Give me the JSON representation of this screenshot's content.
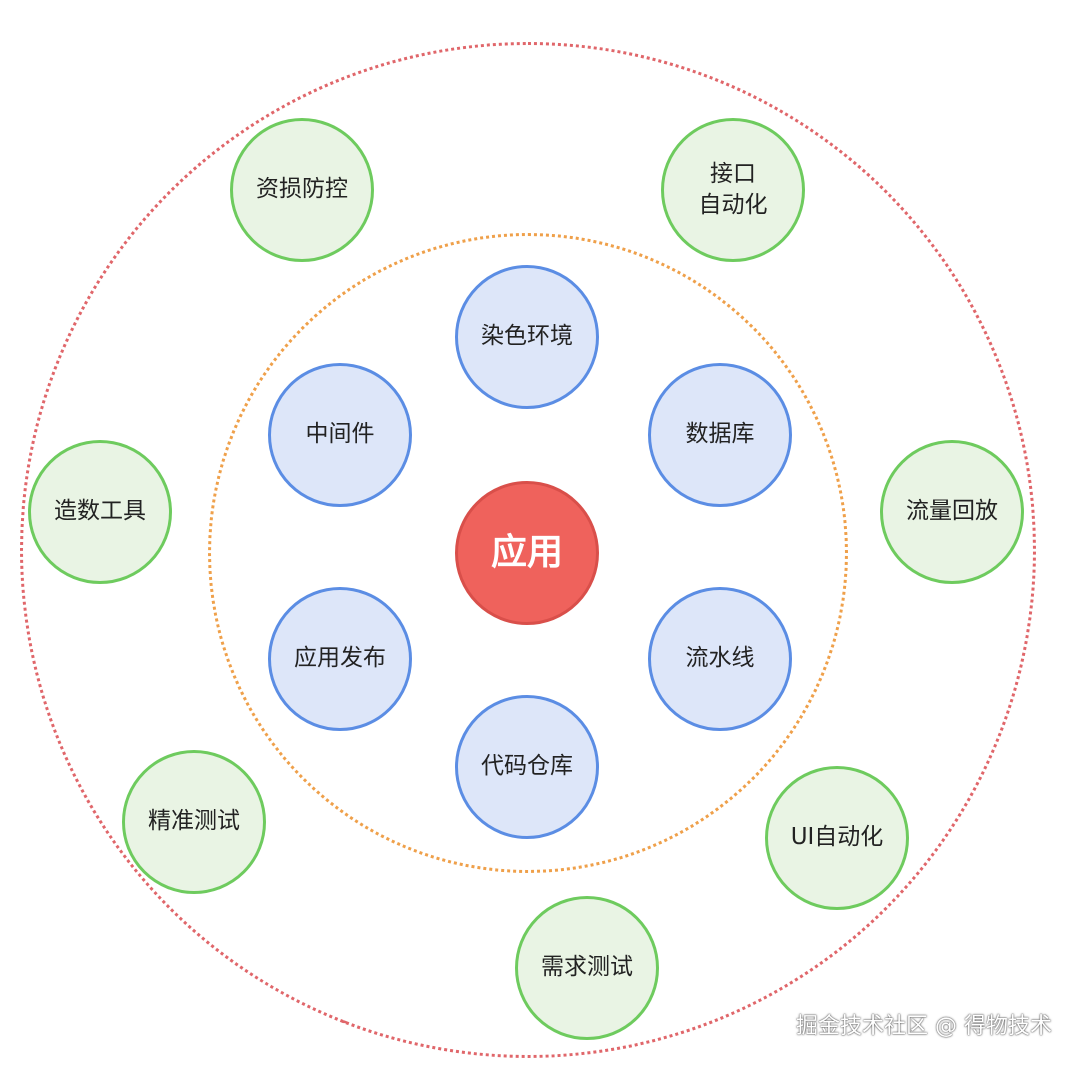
{
  "center": {
    "label": "应用"
  },
  "inner_ring": [
    {
      "id": "dye-env",
      "label": "染色环境"
    },
    {
      "id": "database",
      "label": "数据库"
    },
    {
      "id": "pipeline",
      "label": "流水线"
    },
    {
      "id": "code-repo",
      "label": "代码仓库"
    },
    {
      "id": "app-release",
      "label": "应用发布"
    },
    {
      "id": "middleware",
      "label": "中间件"
    }
  ],
  "outer_ring": [
    {
      "id": "asset-loss-control",
      "label": "资损防控"
    },
    {
      "id": "api-automation",
      "label": "接口\n自动化"
    },
    {
      "id": "traffic-replay",
      "label": "流量回放"
    },
    {
      "id": "ui-automation",
      "label": "UI自动化"
    },
    {
      "id": "requirement-testing",
      "label": "需求测试"
    },
    {
      "id": "precision-testing",
      "label": "精准测试"
    },
    {
      "id": "data-tool",
      "label": "造数工具"
    }
  ],
  "colors": {
    "outer_ring_border": "#e0666a",
    "inner_ring_border": "#efa04a",
    "green_node_fill": "#e9f4e4",
    "green_node_border": "#6ecb5e",
    "blue_node_fill": "#dde6f9",
    "blue_node_border": "#5b8de4",
    "center_fill": "#ef625c"
  },
  "watermark": "掘金技术社区 @ 得物技术"
}
